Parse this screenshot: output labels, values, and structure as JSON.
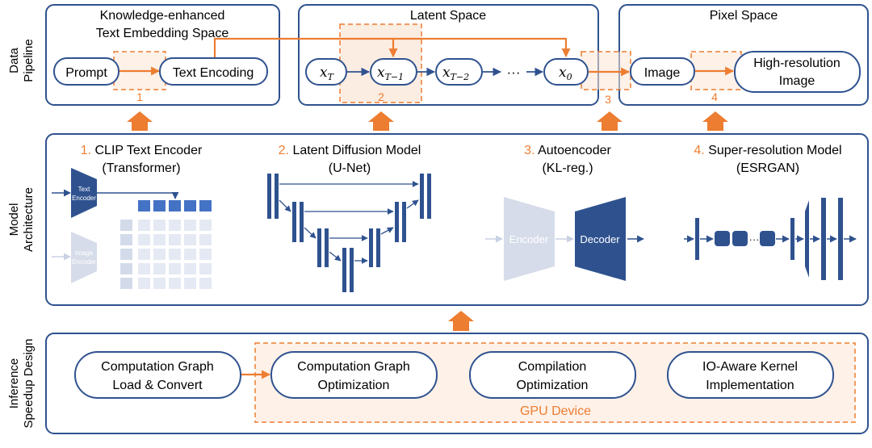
{
  "colors": {
    "panel_border": "#2f528f",
    "accent_orange": "#ed7d31",
    "light_orange": "#fbe5d6",
    "dark_blue": "#2f528f",
    "tile_blue": "#4472c4",
    "pale_blue": "#dae3f3",
    "faded_blue": "#d6dce9"
  },
  "side_labels": {
    "data_pipeline": [
      "Data",
      "Pipeline"
    ],
    "model_architecture": [
      "Model",
      "Architecture"
    ],
    "inference_speedup": [
      "Inference",
      "Speedup Design"
    ]
  },
  "data_pipeline": {
    "text_panel": {
      "title": [
        "Knowledge-enhanced",
        "Text Embedding Space"
      ],
      "prompt": "Prompt",
      "text_encoding": "Text Encoding",
      "step": "1"
    },
    "latent_panel": {
      "title": "Latent Space",
      "x_T": "x",
      "x_T_sub": "T",
      "x_T1": "x",
      "x_T1_sub": "T−1",
      "x_T2": "x",
      "x_T2_sub": "T−2",
      "dots": "···",
      "x_0": "x",
      "x_0_sub": "0",
      "step": "2"
    },
    "step3": "3",
    "pixel_panel": {
      "title": "Pixel Space",
      "image": "Image",
      "high_res": [
        "High-resolution",
        "Image"
      ],
      "step": "4"
    }
  },
  "model_architecture": {
    "clip": {
      "number": "1.",
      "title": "CLIP Text Encoder",
      "subtitle": "(Transformer)",
      "text_encoder": [
        "Text",
        "Encoder"
      ],
      "image_encoder": [
        "Image",
        "Encoder"
      ]
    },
    "ldm": {
      "number": "2.",
      "title": "Latent Diffusion Model",
      "subtitle": "(U-Net)"
    },
    "ae": {
      "number": "3.",
      "title": "Autoencoder",
      "subtitle": "(KL-reg.)",
      "encoder": "Encoder",
      "decoder": "Decoder"
    },
    "sr": {
      "number": "4.",
      "title": "Super-resolution Model",
      "subtitle": "(ESRGAN)",
      "dots": "···"
    }
  },
  "inference_speedup": {
    "load_convert": [
      "Computation Graph",
      "Load & Convert"
    ],
    "graph_opt": [
      "Computation Graph",
      "Optimization"
    ],
    "compile_opt": [
      "Compilation",
      "Optimization"
    ],
    "io_kernel": [
      "IO-Aware Kernel",
      "Implementation"
    ],
    "gpu_device": "GPU Device"
  }
}
